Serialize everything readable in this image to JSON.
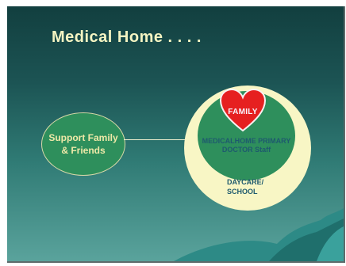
{
  "slide": {
    "title": "Medical Home . . . .",
    "left_circle_text": "Support Family & Friends",
    "heart_label": "FAMILY",
    "medical_home_text": "MEDICALHOME PRIMARY DOCTOR Staff",
    "daycare_text": "DAYCARE/ SCHOOL"
  },
  "colors": {
    "background_top": "#123f3f",
    "background_bottom": "#5aa39c",
    "title": "#f4f4c2",
    "circle_green": "#2e8f5c",
    "outer_circle": "#f8f6c5",
    "heart": "#e62020",
    "text_dark": "#1e5a6e"
  }
}
